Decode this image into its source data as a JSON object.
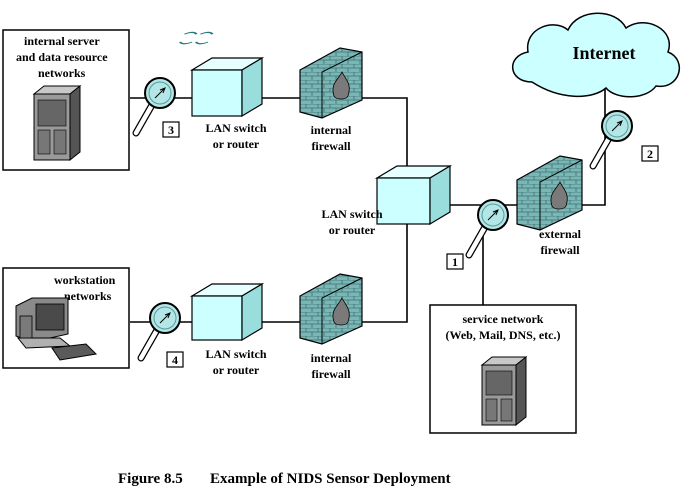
{
  "diagram": {
    "internet_label": "Internet",
    "internal_server": {
      "line1": "internal server",
      "line2": "and data resource",
      "line3": "networks"
    },
    "workstation": {
      "line1": "workstation",
      "line2": "networks"
    },
    "service_network": {
      "line1": "service network",
      "line2": "(Web, Mail, DNS, etc.)"
    },
    "switch_top": {
      "line1": "LAN switch",
      "line2": "or router"
    },
    "switch_center": {
      "line1": "LAN switch",
      "line2": "or router"
    },
    "switch_bottom": {
      "line1": "LAN switch",
      "line2": "or router"
    },
    "firewall_top": {
      "line1": "internal",
      "line2": "firewall"
    },
    "firewall_bottom": {
      "line1": "internal",
      "line2": "firewall"
    },
    "firewall_external": {
      "line1": "external",
      "line2": "firewall"
    },
    "sensors": {
      "s1": "1",
      "s2": "2",
      "s3": "3",
      "s4": "4"
    },
    "caption": {
      "figure": "Figure 8.5",
      "text": "Example of NIDS Sensor Deployment"
    }
  },
  "colors": {
    "switch_fill": "#ccffff",
    "firewall_fill": "#79b6b6",
    "cloud_fill": "#ccffff",
    "lens_fill": "#b3e6e6"
  },
  "icons": [
    "cloud-icon",
    "switch-icon",
    "firewall-icon",
    "magnifier-icon",
    "server-icon",
    "workstation-icon"
  ]
}
